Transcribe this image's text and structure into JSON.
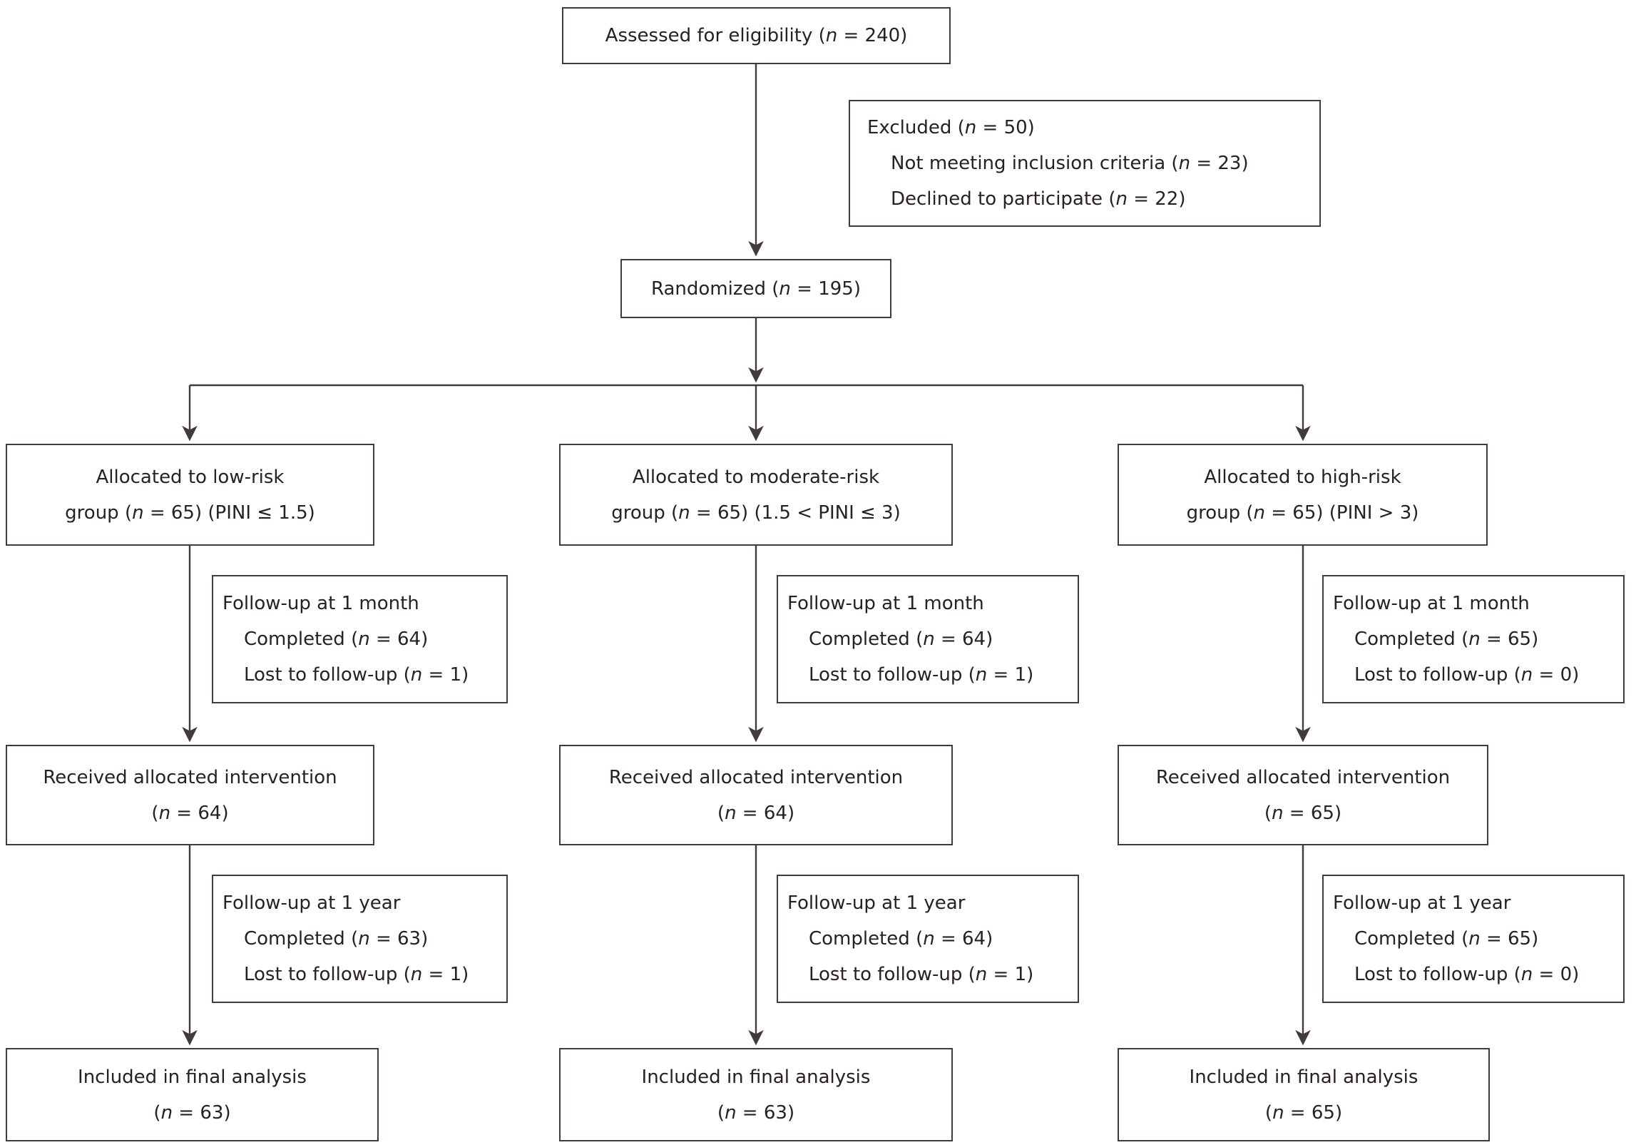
{
  "colors": {
    "ink": "#413b39",
    "background": "#ffffff"
  },
  "flowchart": {
    "assessed": {
      "label": "Assessed for eligibility (n = 240)"
    },
    "excluded": {
      "title": "Excluded (n = 50)",
      "reasons": [
        "Not meeting inclusion criteria (n = 23)",
        "Declined to participate (n = 22)"
      ]
    },
    "randomized": {
      "label": "Randomized (n = 195)"
    },
    "arms": [
      {
        "name": "low-risk",
        "allocation_line1": "Allocated to low-risk",
        "allocation_line2": "group (n = 65) (PINI ≤ 1.5)",
        "followup_1month": {
          "title": "Follow-up at 1 month",
          "items": [
            "Completed (n = 64)",
            "Lost to follow-up (n = 1)"
          ]
        },
        "received_line1": "Received allocated intervention",
        "received_line2": "(n = 64)",
        "followup_1year": {
          "title": "Follow-up at 1 year",
          "items": [
            "Completed (n = 63)",
            "Lost to follow-up (n = 1)"
          ]
        },
        "final_line1": "Included in final analysis",
        "final_line2": "(n = 63)"
      },
      {
        "name": "moderate-risk",
        "allocation_line1": "Allocated to moderate-risk",
        "allocation_line2": "group (n = 65) (1.5 < PINI ≤ 3)",
        "followup_1month": {
          "title": "Follow-up at 1 month",
          "items": [
            "Completed (n = 64)",
            "Lost to follow-up (n = 1)"
          ]
        },
        "received_line1": "Received allocated intervention",
        "received_line2": "(n = 64)",
        "followup_1year": {
          "title": "Follow-up at 1 year",
          "items": [
            "Completed (n = 64)",
            "Lost to follow-up (n = 1)"
          ]
        },
        "final_line1": "Included in final analysis",
        "final_line2": "(n = 63)"
      },
      {
        "name": "high-risk",
        "allocation_line1": "Allocated to high-risk",
        "allocation_line2": "group (n = 65) (PINI > 3)",
        "followup_1month": {
          "title": "Follow-up at 1 month",
          "items": [
            "Completed (n = 65)",
            "Lost to follow-up (n = 0)"
          ]
        },
        "received_line1": "Received allocated intervention",
        "received_line2": "(n = 65)",
        "followup_1year": {
          "title": "Follow-up at 1 year",
          "items": [
            "Completed (n = 65)",
            "Lost to follow-up (n = 0)"
          ]
        },
        "final_line1": "Included in final analysis",
        "final_line2": "(n = 65)"
      }
    ]
  }
}
